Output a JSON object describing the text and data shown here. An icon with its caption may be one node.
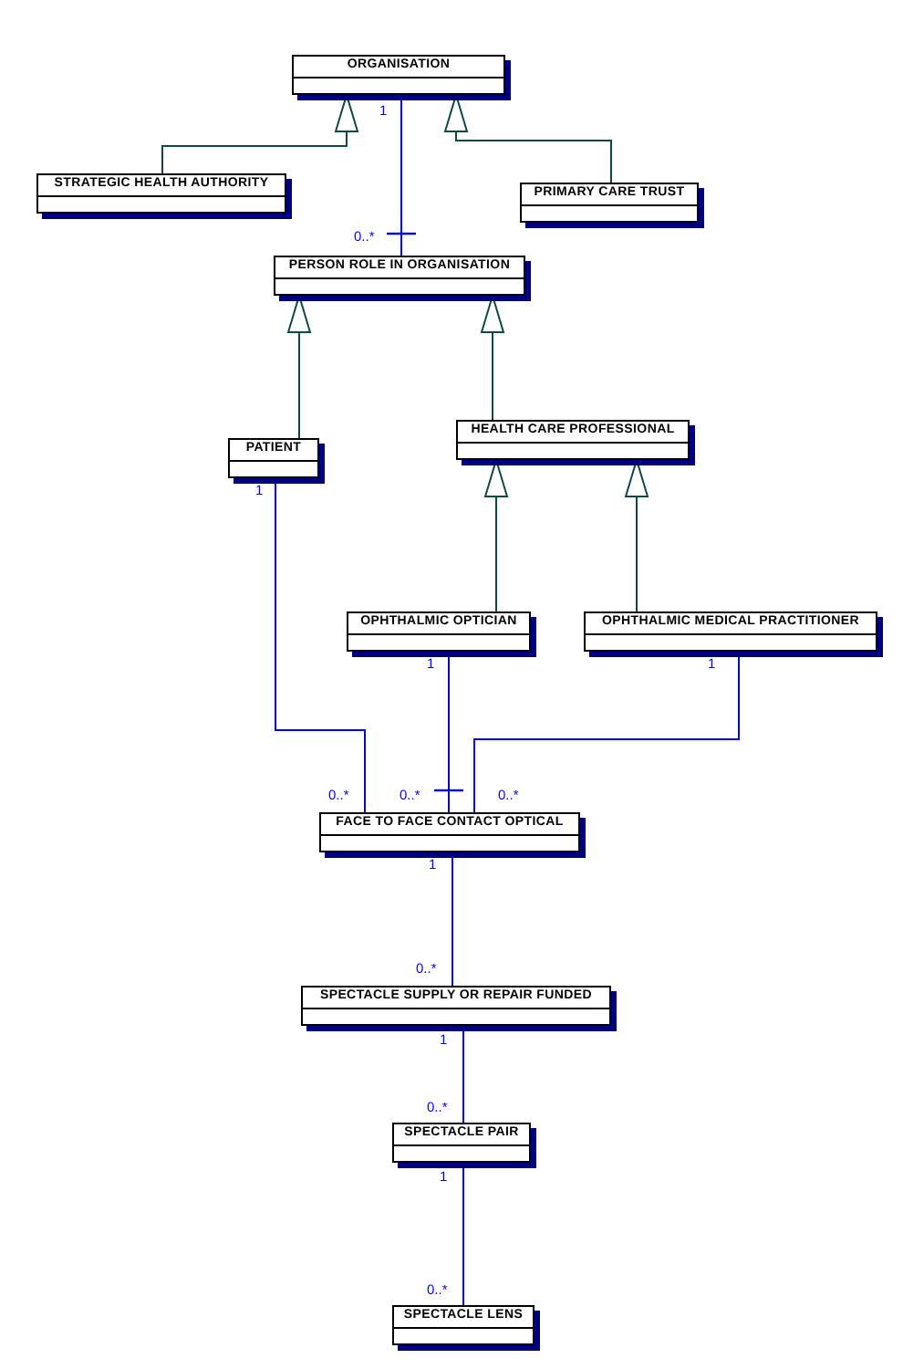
{
  "diagram": {
    "nodes": [
      {
        "text": [
          "ORGANISATION"
        ]
      },
      {
        "text": [
          "STRATEGIC HEALTH AUTHORITY"
        ]
      },
      {
        "text": [
          "PRIMARY CARE TRUST"
        ]
      },
      {
        "text": [
          "PERSON ROLE IN ORGANISATION"
        ]
      },
      {
        "text": [
          "PATIENT"
        ]
      },
      {
        "text": [
          "HEALTH CARE PROFESSIONAL"
        ]
      },
      {
        "text": [
          "OPHTHALMIC OPTICIAN"
        ]
      },
      {
        "text": [
          "OPHTHALMIC MEDICAL PRACTITIONER"
        ]
      },
      {
        "text": [
          "FACE TO FACE CONTACT OPTICAL"
        ]
      },
      {
        "text": [
          "SPECTACLE SUPPLY OR REPAIR FUNDED"
        ]
      },
      {
        "text": [
          "SPECTACLE PAIR"
        ]
      },
      {
        "text": [
          "SPECTACLE LENS"
        ]
      }
    ],
    "edges": [
      {
        "from": 1,
        "to": 0,
        "arrow": "to",
        "color": "#0d4a46"
      },
      {
        "from": 2,
        "to": 0,
        "arrow": "to",
        "color": "#0d4a46"
      },
      {
        "from": 0,
        "to": 3,
        "arrow": "other"
      },
      {
        "from": 4,
        "to": 3,
        "arrow": "to",
        "color": "#0d4a46"
      },
      {
        "from": 5,
        "to": 3,
        "arrow": "to",
        "color": "#0d4a46"
      },
      {
        "from": 6,
        "to": 5,
        "arrow": "to",
        "color": "#0d4a46"
      },
      {
        "from": 7,
        "to": 5,
        "arrow": "to",
        "color": "#0d4a46"
      },
      {
        "from": 4,
        "to": 8,
        "arrow": "none"
      },
      {
        "from": 6,
        "to": 8,
        "arrow": "other"
      },
      {
        "from": 7,
        "to": 8,
        "arrow": "none"
      },
      {
        "from": 8,
        "to": 9,
        "arrow": "none"
      },
      {
        "from": 9,
        "to": 10,
        "arrow": "none"
      },
      {
        "from": 10,
        "to": 11,
        "arrow": "none"
      }
    ],
    "labels": [
      "1",
      "0..*",
      "1",
      "1",
      "1",
      "0..*",
      "0..*",
      "0..*",
      "1",
      "0..*",
      "1",
      "0..*",
      "1",
      "0..*"
    ]
  }
}
